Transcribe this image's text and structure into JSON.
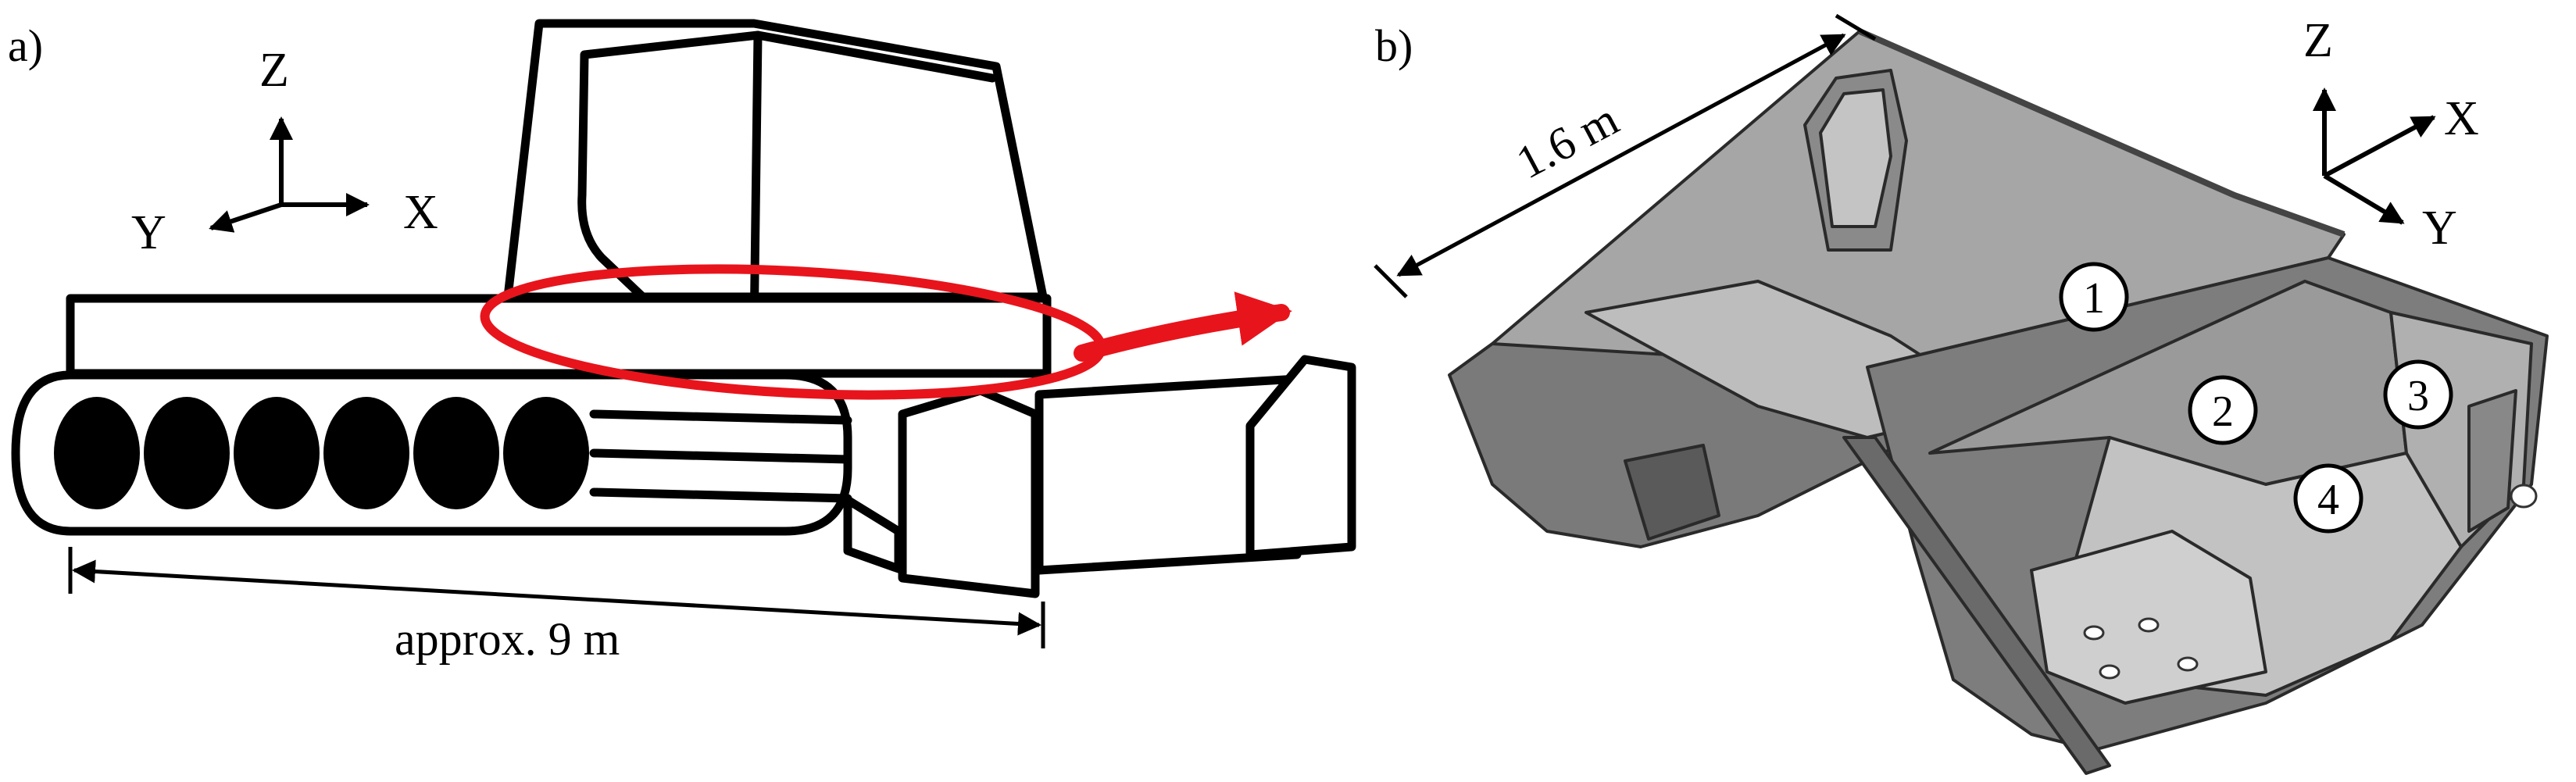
{
  "panel_a": {
    "label": "a)",
    "axes": {
      "z": "Z",
      "y": "Y",
      "x": "X"
    },
    "dimension": "approx. 9 m"
  },
  "panel_b": {
    "label": "b)",
    "axes": {
      "z": "Z",
      "x": "X",
      "y": "Y"
    },
    "dimension": "1.6 m",
    "regions": [
      "1",
      "2",
      "3",
      "4"
    ]
  },
  "colors": {
    "line": "#000000",
    "highlight": "#e8141c",
    "part_dark": "#6e6e6e",
    "part_mid": "#9c9c9c",
    "part_light": "#c8c8c8"
  }
}
